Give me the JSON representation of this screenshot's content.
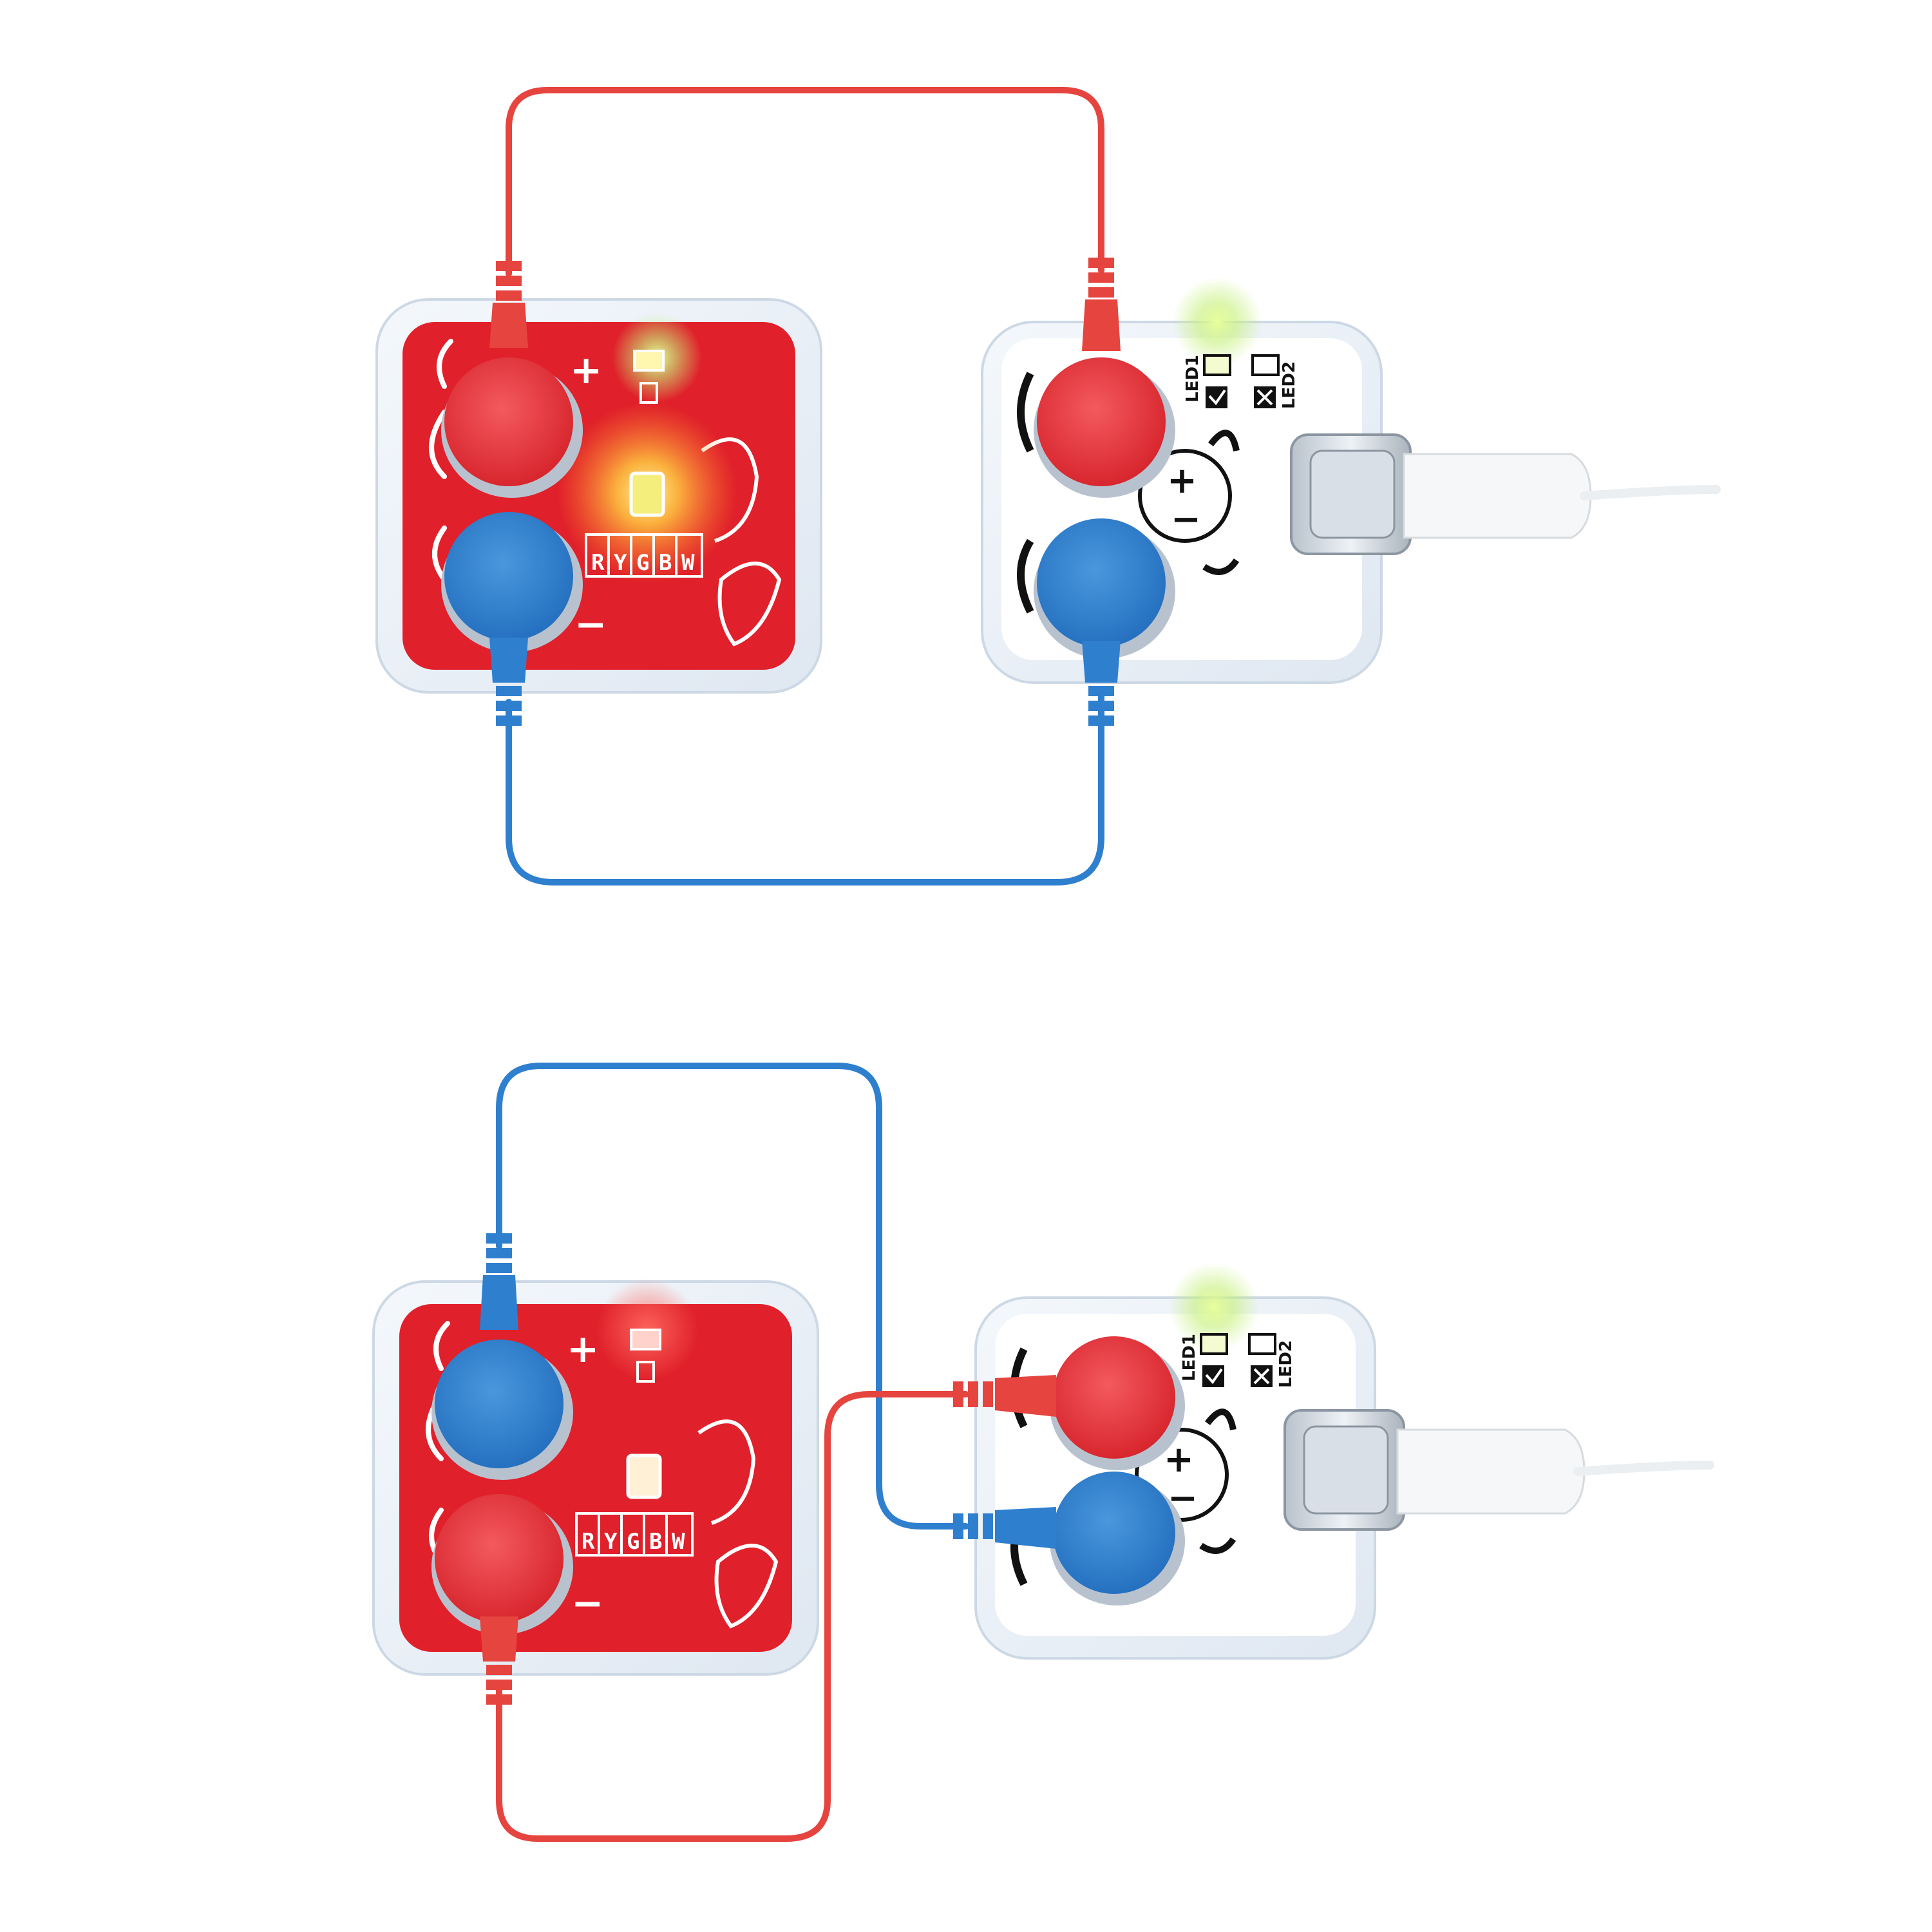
{
  "colors": {
    "red_wire": "#e6443f",
    "blue_wire": "#2f7fcf",
    "red_board": "#e0202a",
    "white_board": "#ffffff",
    "case": "#e6eef7",
    "red_button": "#e8323a",
    "blue_button": "#2e7fcf",
    "led_yellow": "#ffd84a",
    "led_green": "#c6f07a",
    "led_white": "#fff4d0",
    "ink": "#111111"
  },
  "led_board": {
    "plus_label": "+",
    "minus_label": "−",
    "color_codes": [
      "R",
      "Y",
      "G",
      "B",
      "W"
    ]
  },
  "usb_board": {
    "led1_label": "LED1",
    "led2_label": "LED2",
    "face_plus": "+",
    "face_minus": "−"
  },
  "circuits": [
    {
      "id": "top",
      "led_state": "lit",
      "led_color": "yellow",
      "usb_led1_state": "lit"
    },
    {
      "id": "bottom",
      "led_state": "unlit",
      "led_color": "white",
      "usb_led1_state": "lit"
    }
  ]
}
